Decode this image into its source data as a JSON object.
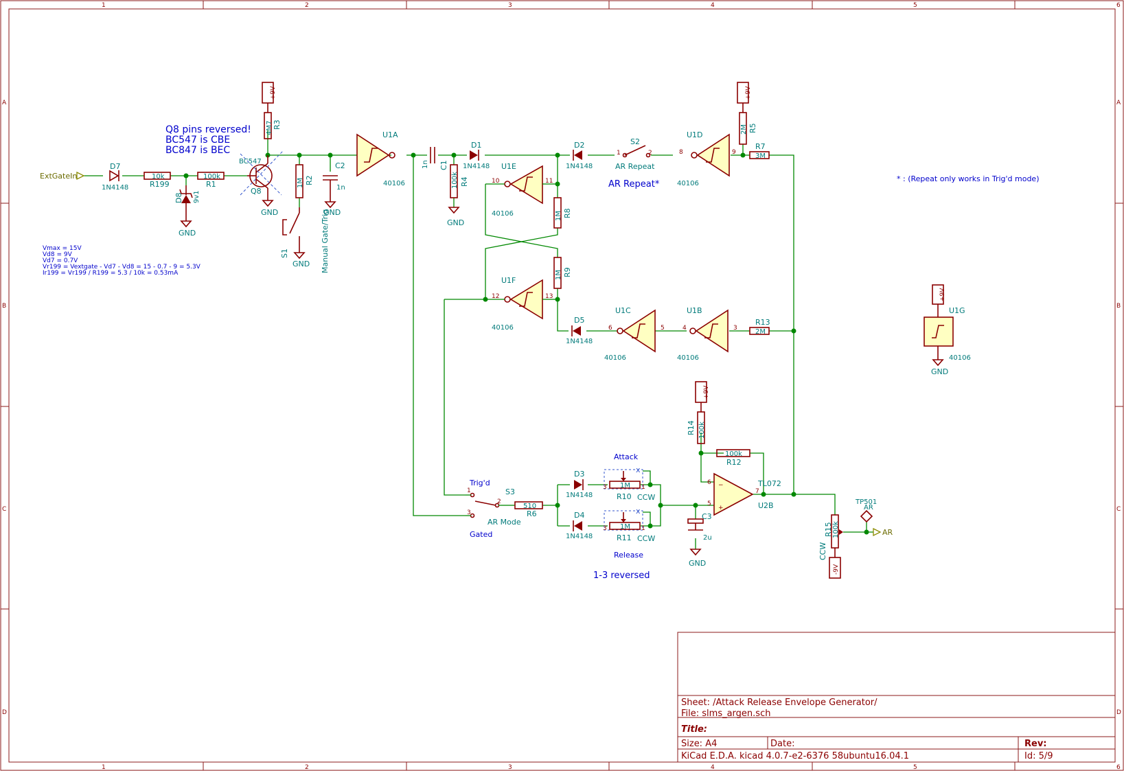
{
  "frame": {
    "cols": [
      "1",
      "2",
      "3",
      "4",
      "5",
      "6"
    ],
    "rows": [
      "A",
      "B",
      "C",
      "D"
    ]
  },
  "notes": {
    "q8_line1": "Q8 pins reversed!",
    "q8_line2": "BC547 is CBE",
    "q8_line3": "BC847 is BEC",
    "calc1": "Vmax = 15V",
    "calc2": "Vd8 = 9V",
    "calc3": "Vd7 = 0.7V",
    "calc4": "Vr199 = Vextgate - Vd7 - Vd8 = 15 - 0.7 - 9 = 5.3V",
    "calc5": "Ir199 = Vr199 / R199 = 5.3 / 10k = 0.53mA",
    "repeat_note": "* : (Repeat only works in Trig'd mode)",
    "ar_repeat": "AR Repeat*",
    "reversed": "1-3 reversed",
    "trigd": "Trig'd",
    "gated": "Gated",
    "attack": "Attack",
    "release": "Release"
  },
  "labels": {
    "extgate": "ExtGateIn",
    "ar_out": "AR",
    "gnd": "GND",
    "p9v": "+9V",
    "m9v": "-9V",
    "ccw": "CCW"
  },
  "components": {
    "d7": {
      "ref": "D7",
      "val": "1N4148"
    },
    "r199": {
      "ref": "R199",
      "val": "10k"
    },
    "r1": {
      "ref": "R1",
      "val": "100k"
    },
    "d8": {
      "ref": "D8",
      "val": "9v1"
    },
    "q8": {
      "ref": "Q8",
      "val": "BC547"
    },
    "r3": {
      "ref": "R3",
      "val": "4M7"
    },
    "r2": {
      "ref": "R2",
      "val": "1M"
    },
    "c2": {
      "ref": "C2",
      "val": "1n"
    },
    "s1": {
      "ref": "S1",
      "val": "Manual Gate/Trig"
    },
    "u1a": {
      "ref": "U1A",
      "val": "40106"
    },
    "c1": {
      "ref": "C1",
      "val": "1n"
    },
    "r4": {
      "ref": "R4",
      "val": "100k"
    },
    "d1": {
      "ref": "D1",
      "val": "1N4148"
    },
    "d2": {
      "ref": "D2",
      "val": "1N4148"
    },
    "s2": {
      "ref": "S2",
      "val": "AR Repeat"
    },
    "u1d": {
      "ref": "U1D",
      "val": "40106"
    },
    "r5": {
      "ref": "R5",
      "val": "2M"
    },
    "r7": {
      "ref": "R7",
      "val": "3M"
    },
    "u1e": {
      "ref": "U1E",
      "val": "40106"
    },
    "r8": {
      "ref": "R8",
      "val": "1M"
    },
    "r9": {
      "ref": "R9",
      "val": "1M"
    },
    "u1f": {
      "ref": "U1F",
      "val": "40106"
    },
    "d5": {
      "ref": "D5",
      "val": "1N4148"
    },
    "u1c": {
      "ref": "U1C",
      "val": "40106"
    },
    "u1b": {
      "ref": "U1B",
      "val": "40106"
    },
    "r13": {
      "ref": "R13",
      "val": "2M"
    },
    "u1g": {
      "ref": "U1G",
      "val": "40106"
    },
    "s3": {
      "ref": "S3",
      "val": "AR Mode"
    },
    "r6": {
      "ref": "R6",
      "val": "510"
    },
    "d3": {
      "ref": "D3",
      "val": "1N4148"
    },
    "d4": {
      "ref": "D4",
      "val": "1N4148"
    },
    "r10": {
      "ref": "R10",
      "val": "1M"
    },
    "r11": {
      "ref": "R11",
      "val": "1M"
    },
    "c3": {
      "ref": "C3",
      "val": "2u"
    },
    "r14": {
      "ref": "R14",
      "val": "100k"
    },
    "r12": {
      "ref": "R12",
      "val": "100k"
    },
    "u2b": {
      "ref": "U2B",
      "val": "TL072"
    },
    "r15": {
      "ref": "R15",
      "val": "100k"
    },
    "tp501": {
      "ref": "TP501",
      "val": "AR"
    }
  },
  "title_block": {
    "sheet": "Sheet: /Attack Release Envelope Generator/",
    "file": "File: slms_argen.sch",
    "title": "Title:",
    "size": "Size: A4",
    "date": "Date:",
    "rev": "Rev:",
    "tool": "KiCad E.D.A.  kicad 4.0.7-e2-6376 58ubuntu16.04.1",
    "id": "Id: 5/9"
  }
}
